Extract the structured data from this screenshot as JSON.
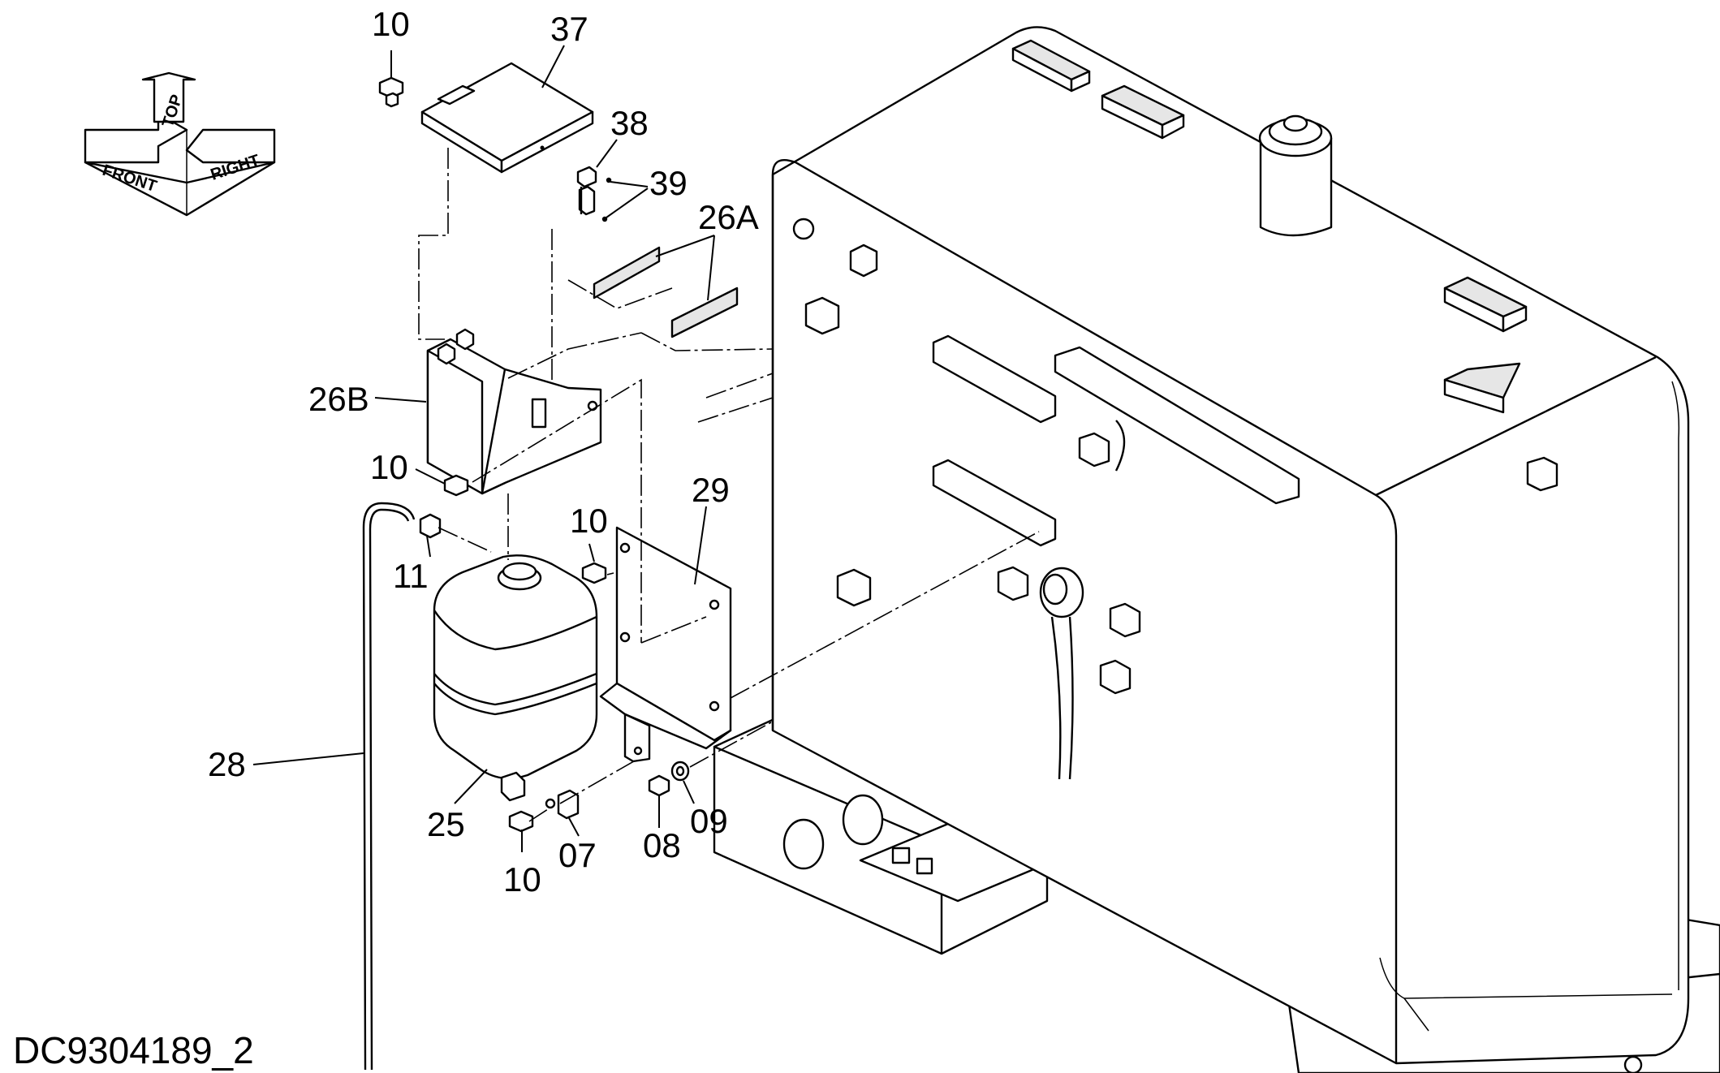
{
  "diagram": {
    "drawing_code": "DC9304189_2",
    "orientation": {
      "front": "FRONT",
      "top": "TOP",
      "right": "RIGHT"
    },
    "callouts": {
      "c10a": "10",
      "c37": "37",
      "c38": "38",
      "c39": "39",
      "c26a": "26A",
      "c26b": "26B",
      "c10b": "10",
      "c29": "29",
      "c10c": "10",
      "c11": "11",
      "c28": "28",
      "c25": "25",
      "c10d": "10",
      "c07": "07",
      "c08": "08",
      "c09": "09"
    }
  }
}
